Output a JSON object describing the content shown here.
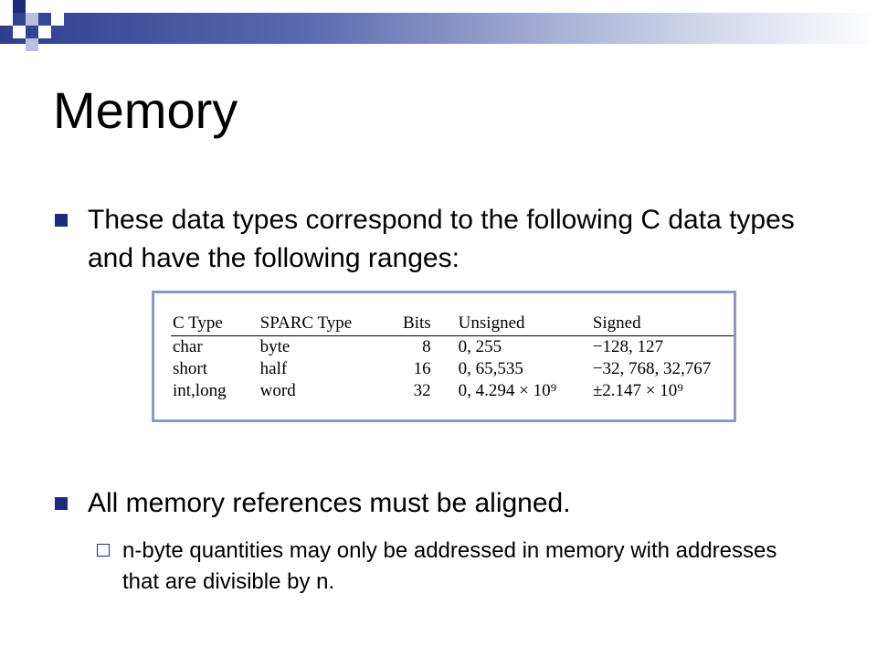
{
  "slide": {
    "title": "Memory",
    "bullets": [
      "These data types correspond to the following C data types and have the following ranges:",
      "All memory references must be aligned."
    ],
    "sub_bullets": [
      "n-byte quantities may only be addressed in memory with addresses that are divisible by n."
    ]
  },
  "table": {
    "headers": [
      "C Type",
      "SPARC Type",
      "Bits",
      "Unsigned",
      "Signed"
    ],
    "rows": [
      [
        "char",
        "byte",
        "8",
        "0, 255",
        "−128, 127"
      ],
      [
        "short",
        "half",
        "16",
        "0, 65,535",
        "−32, 768, 32,767"
      ],
      [
        "int,long",
        "word",
        "32",
        "0, 4.294 × 10⁹",
        "±2.147 × 10⁹"
      ]
    ]
  },
  "colors": {
    "accent": "#1e2b7d",
    "table_border": "#8e96c4"
  }
}
